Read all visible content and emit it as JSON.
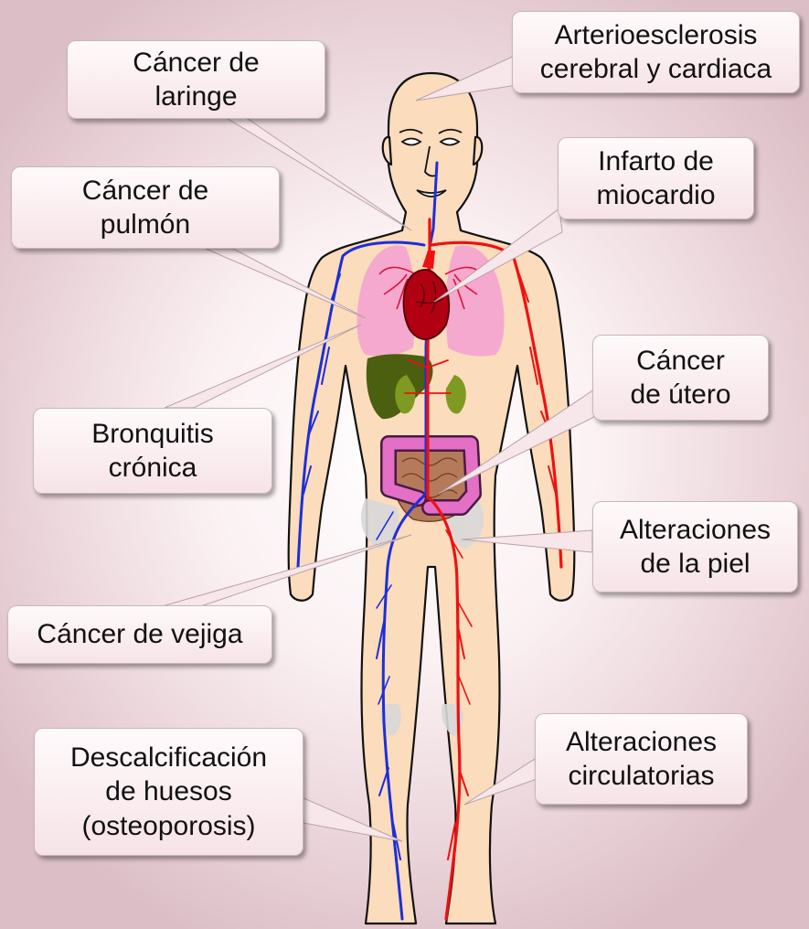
{
  "labels": {
    "cancer_laringe": "Cáncer de\nlaringe",
    "arterioesclerosis": "Arterioesclerosis\ncerebral y cardiaca",
    "cancer_pulmon": "Cáncer de\npulmón",
    "infarto": "Infarto de\nmiocardio",
    "bronquitis": "Bronquitis\ncrónica",
    "cancer_utero": "Cáncer\nde útero",
    "alteraciones_piel": "Alteraciones\nde la piel",
    "cancer_vejiga": "Cáncer de vejiga",
    "descalcificacion": "Descalcificación\nde huesos\n(osteoporosis)",
    "alteraciones_circulatorias": "Alteraciones\ncirculatorias"
  },
  "colors": {
    "skin": "#fbdcbc",
    "vein": "#1d2fd6",
    "artery": "#ee1111",
    "heart": "#b00012",
    "lungs": "#f6a9cf",
    "liver": "#4a5f10",
    "intestine": "#e36fc6",
    "bones": "#d8d8d8"
  }
}
